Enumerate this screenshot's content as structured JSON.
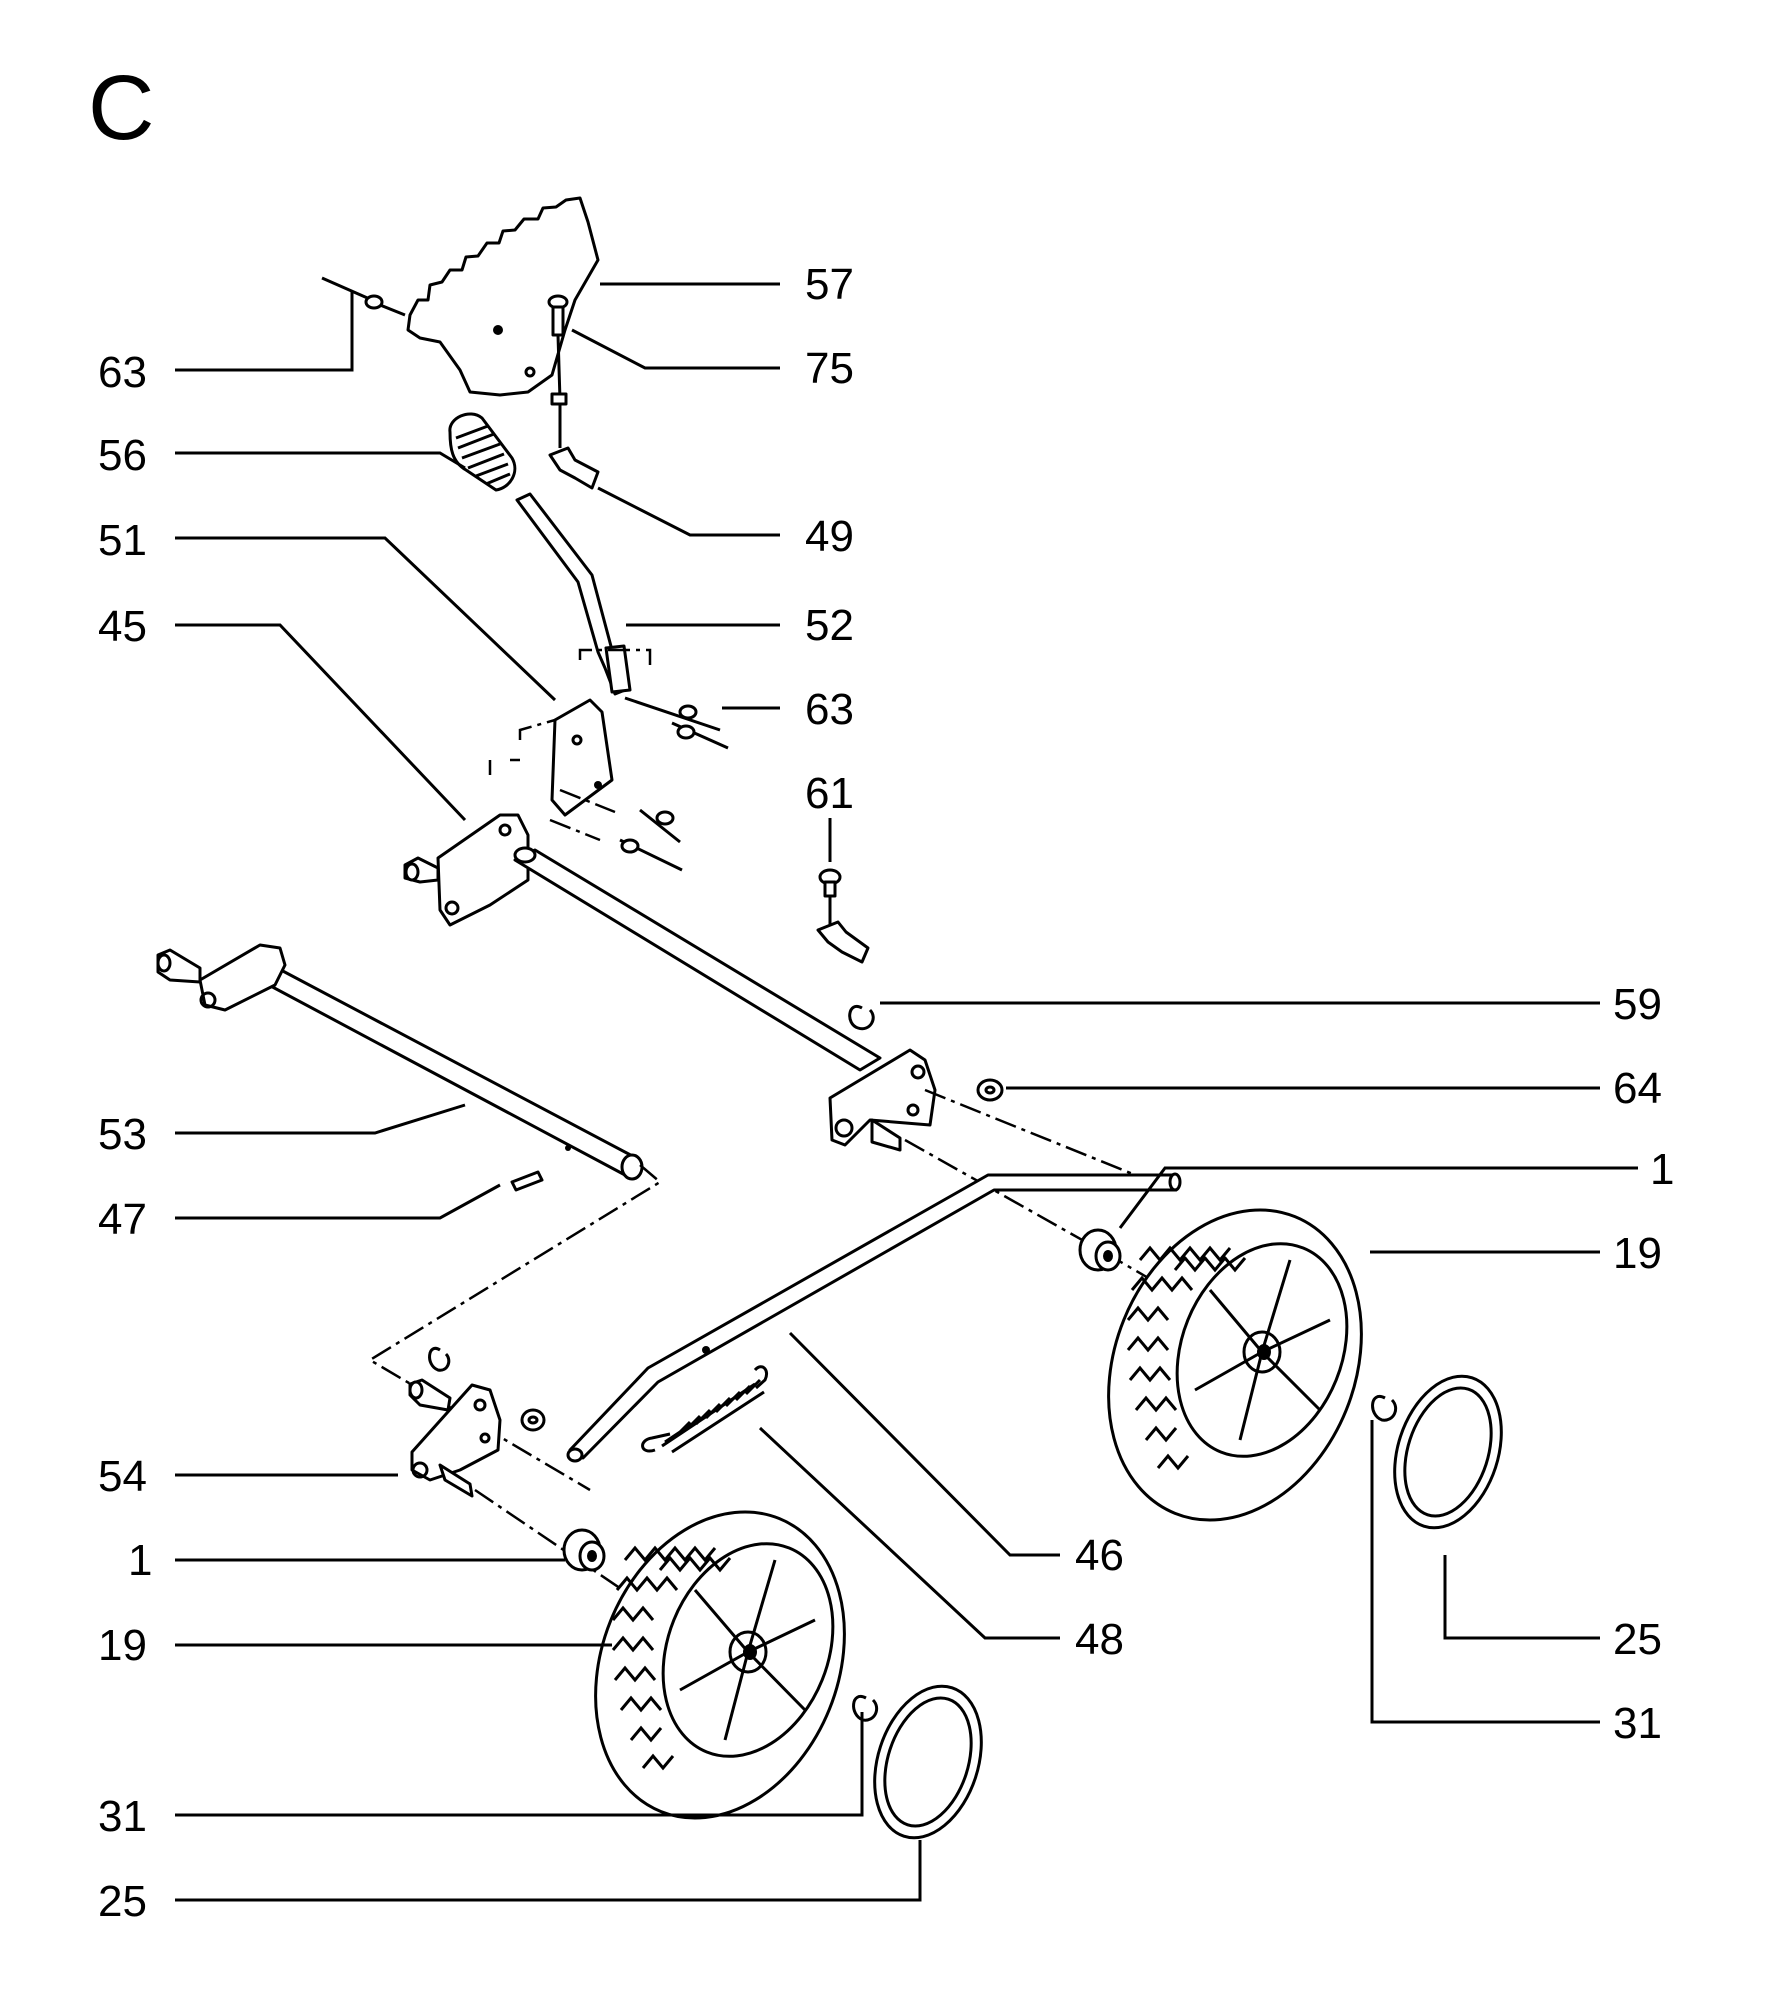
{
  "section_letter": "C",
  "callouts": [
    {
      "id": "c57a",
      "label": "57"
    },
    {
      "id": "c75",
      "label": "75"
    },
    {
      "id": "c63a",
      "label": "63"
    },
    {
      "id": "c56",
      "label": "56"
    },
    {
      "id": "c49",
      "label": "49"
    },
    {
      "id": "c51",
      "label": "51"
    },
    {
      "id": "c52",
      "label": "52"
    },
    {
      "id": "c45",
      "label": "45"
    },
    {
      "id": "c63b",
      "label": "63"
    },
    {
      "id": "c61",
      "label": "61"
    },
    {
      "id": "c59",
      "label": "59"
    },
    {
      "id": "c64",
      "label": "64"
    },
    {
      "id": "c53",
      "label": "53"
    },
    {
      "id": "c1a",
      "label": "1"
    },
    {
      "id": "c47",
      "label": "47"
    },
    {
      "id": "c19a",
      "label": "19"
    },
    {
      "id": "c54",
      "label": "54"
    },
    {
      "id": "c46",
      "label": "46"
    },
    {
      "id": "c1b",
      "label": "1"
    },
    {
      "id": "c25a",
      "label": "25"
    },
    {
      "id": "c19b",
      "label": "19"
    },
    {
      "id": "c48",
      "label": "48"
    },
    {
      "id": "c31a",
      "label": "31"
    },
    {
      "id": "c31b",
      "label": "31"
    },
    {
      "id": "c25b",
      "label": "25"
    }
  ]
}
